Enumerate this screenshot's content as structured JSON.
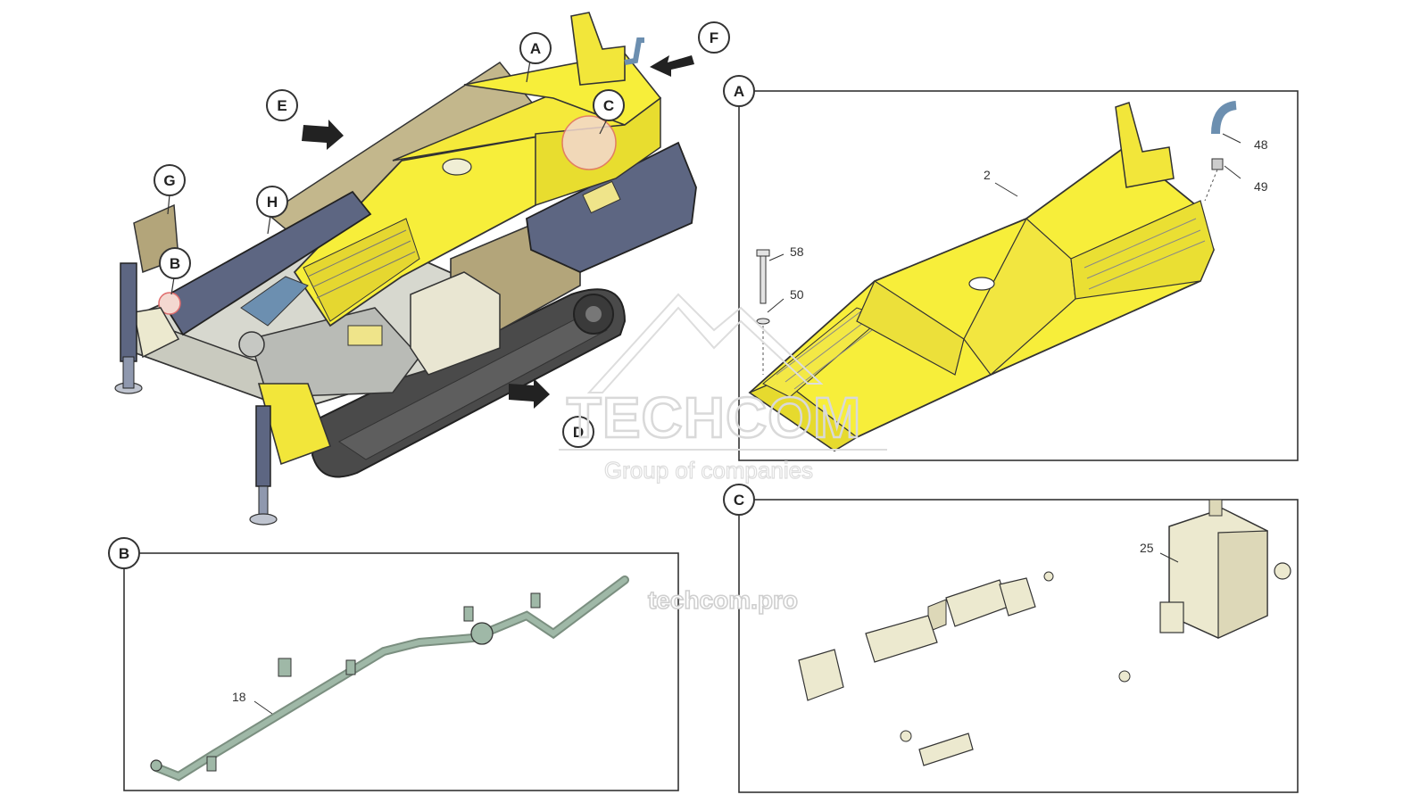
{
  "callouts": {
    "A": "A",
    "B": "B",
    "C": "C",
    "D": "D",
    "E": "E",
    "F": "F",
    "G": "G",
    "H": "H"
  },
  "panels": {
    "A": {
      "label": "A",
      "parts": [
        "2",
        "48",
        "49",
        "58",
        "50"
      ]
    },
    "B": {
      "label": "B",
      "parts": [
        "18"
      ]
    },
    "C": {
      "label": "C",
      "parts": [
        "25"
      ]
    }
  },
  "watermark": {
    "brand": "TECHCOM",
    "tagline": "Group of companies",
    "url": "techcom.pro"
  },
  "colors": {
    "cover_yellow": "#f7ee3a",
    "frame_navy": "#5d6682",
    "base_grey": "#cfd0c8",
    "track_dark": "#4a4a4a",
    "leg_beige": "#ece9cf",
    "panel_tan": "#b3a57a",
    "hose_blue": "#6c8fb0",
    "pipe_green": "#9fb8a7"
  }
}
